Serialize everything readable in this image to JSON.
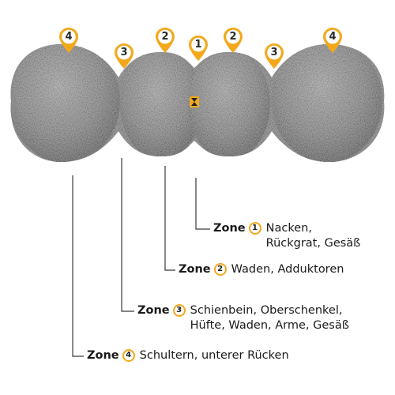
{
  "zone_label": "Zone",
  "colors": {
    "accent": "#f3a81c",
    "roller": "#6d6d6d",
    "leader": "#3a3a3a",
    "text": "#1a1a1a"
  },
  "pins": [
    {
      "number": "4"
    },
    {
      "number": "3"
    },
    {
      "number": "2"
    },
    {
      "number": "1"
    },
    {
      "number": "2"
    },
    {
      "number": "3"
    },
    {
      "number": "4"
    }
  ],
  "zones": [
    {
      "number": "1",
      "description_lines": [
        "Nacken,",
        "Rückgrat, Gesäß"
      ]
    },
    {
      "number": "2",
      "description_lines": [
        "Waden, Adduktoren"
      ]
    },
    {
      "number": "3",
      "description_lines": [
        "Schienbein, Oberschenkel,",
        "Hüfte, Waden, Arme, Gesäß"
      ]
    },
    {
      "number": "4",
      "description_lines": [
        "Schultern, unterer Rücken"
      ]
    }
  ],
  "roller_logo": {
    "icon": "hourglass-logo-icon"
  }
}
